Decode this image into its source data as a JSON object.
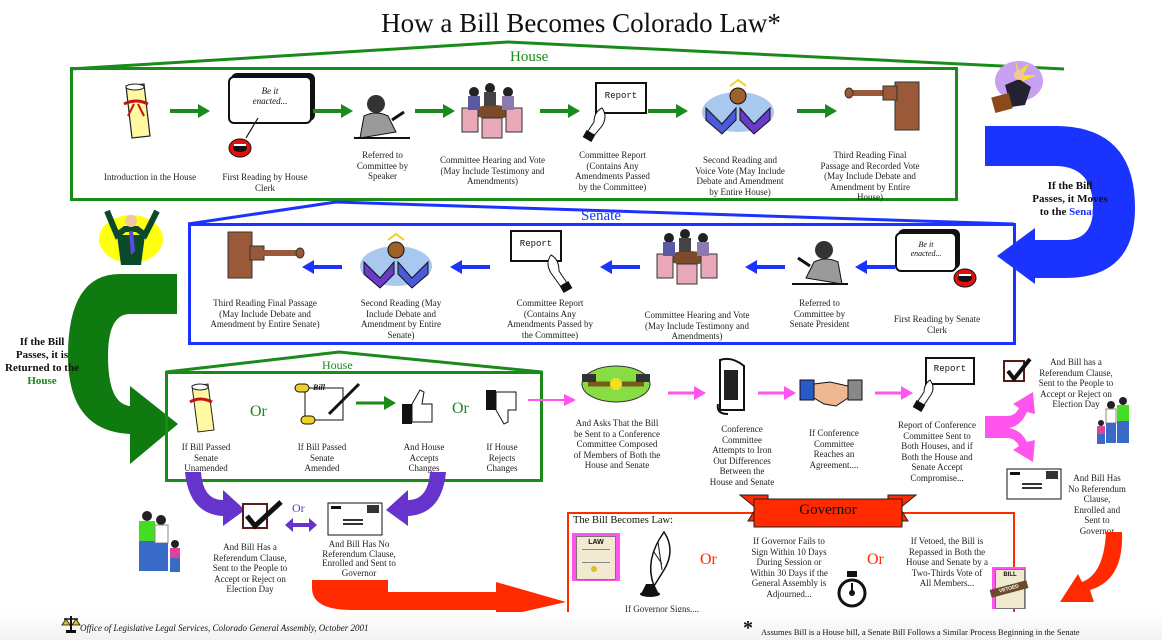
{
  "title": "How a Bill Becomes Colorado Law*",
  "colors": {
    "house": "#1a8a1a",
    "senate": "#1a33ff",
    "conference": "#ff55ee",
    "governor": "#ff2a00",
    "choice": "#6633cc"
  },
  "house_section": {
    "label": "House",
    "steps": [
      {
        "icon": "scroll-icon",
        "caption": "Introduction in the House"
      },
      {
        "icon": "speech-bubble-icon",
        "bubble": "Be it enacted...",
        "caption": "First Reading by House Clerk"
      },
      {
        "icon": "speaker-at-desk-icon",
        "caption": "Referred to Committee by Speaker"
      },
      {
        "icon": "committee-meeting-icon",
        "caption": "Committee Hearing and Vote (May Include Testimony and Amendments)"
      },
      {
        "icon": "report-card-icon",
        "card": "Report",
        "caption": "Committee Report (Contains Any Amendments Passed by the Committee)"
      },
      {
        "icon": "debate-icon",
        "caption": "Second Reading and Voice Vote (May Include Debate and Amendment by Entire House)"
      },
      {
        "icon": "gavel-icon",
        "caption": "Third Reading Final Passage and Recorded Vote (May Include Debate and Amendment by Entire House)"
      }
    ]
  },
  "to_senate_note": {
    "text": "If the Bill Passes, it Moves to the",
    "highlight": "Senate"
  },
  "senate_section": {
    "label": "Senate",
    "steps": [
      {
        "icon": "gavel-icon",
        "caption": "Third Reading Final Passage (May Include Debate and Amendment by Entire Senate)"
      },
      {
        "icon": "debate-icon",
        "caption": "Second Reading (May Include Debate and Amendment by Entire Senate)"
      },
      {
        "icon": "report-card-icon",
        "card": "Report",
        "caption": "Committee Report (Contains Any Amendments Passed by the Committee)"
      },
      {
        "icon": "committee-meeting-icon",
        "caption": "Committee Hearing and Vote (May Include Testimony and Amendments)"
      },
      {
        "icon": "president-at-desk-icon",
        "caption": "Referred to Committee by Senate President"
      },
      {
        "icon": "speech-bubble-icon",
        "bubble": "Be it enacted...",
        "caption": "First Reading by Senate Clerk"
      }
    ]
  },
  "to_house_note": {
    "text": "If the Bill Passes, it is Returned to the",
    "highlight": "House"
  },
  "house_return": {
    "label": "House",
    "or": "Or",
    "steps": [
      {
        "icon": "scroll-icon",
        "caption": "If Bill Passed Senate Unamended"
      },
      {
        "icon": "bill-scroll-icon",
        "scroll_text": "Bill",
        "caption": "If Bill Passed Senate Amended"
      },
      {
        "icon": "thumbs-up-icon",
        "caption": "And House Accepts Changes"
      },
      {
        "icon": "thumbs-down-icon",
        "caption": "If House Rejects Changes"
      }
    ]
  },
  "conference": {
    "steps": [
      {
        "icon": "tug-of-war-icon",
        "caption": "And Asks That the Bill be Sent to a Conference Committee Composed of Members of Both the House and Senate"
      },
      {
        "icon": "iron-icon",
        "caption": "Conference Committee Attempts to Iron Out Differences Between the House and Senate"
      },
      {
        "icon": "handshake-icon",
        "caption": "If Conference Committee Reaches an Agreement...."
      },
      {
        "icon": "report-card-icon",
        "card": "Report",
        "caption": "Report of Conference Committee Sent to Both Houses, and if Both the House and Senate Accept Compromise..."
      }
    ]
  },
  "right_branch": {
    "referendum": "And Bill has a Referendum Clause, Sent to the People to Accept or Reject on Election Day",
    "no_referendum": "And Bill Has No Referendum Clause, Enrolled and Sent to Governor"
  },
  "left_branch": {
    "or": "Or",
    "referendum": "And Bill Has a Referendum Clause, Sent to the People to Accept or Reject on Election Day",
    "no_referendum": "And Bill Has No Referendum Clause, Enrolled and Sent to Governor"
  },
  "governor": {
    "label": "Governor",
    "heading": "The Bill Becomes Law:",
    "or": "Or",
    "law_doc": "LAW",
    "vetoed_doc_title": "BILL",
    "vetoed_stamp": "VETOED",
    "signs": "If Governor Signs....",
    "fails_to_sign": "If Governor Fails to Sign Within 10 Days During Session or Within 30 Days if the General Assembly is Adjourned...",
    "veto_override": "If Vetoed, the Bill is Repassed in Both the House and Senate by a Two-Thirds Vote of All Members..."
  },
  "footer": {
    "credit": "Office of Legislative Legal Services, Colorado General Assembly, October 2001",
    "asterisk": "*",
    "note": "Assumes Bill is a House bill, a Senate Bill Follows a Similar Process Beginning in the Senate"
  }
}
